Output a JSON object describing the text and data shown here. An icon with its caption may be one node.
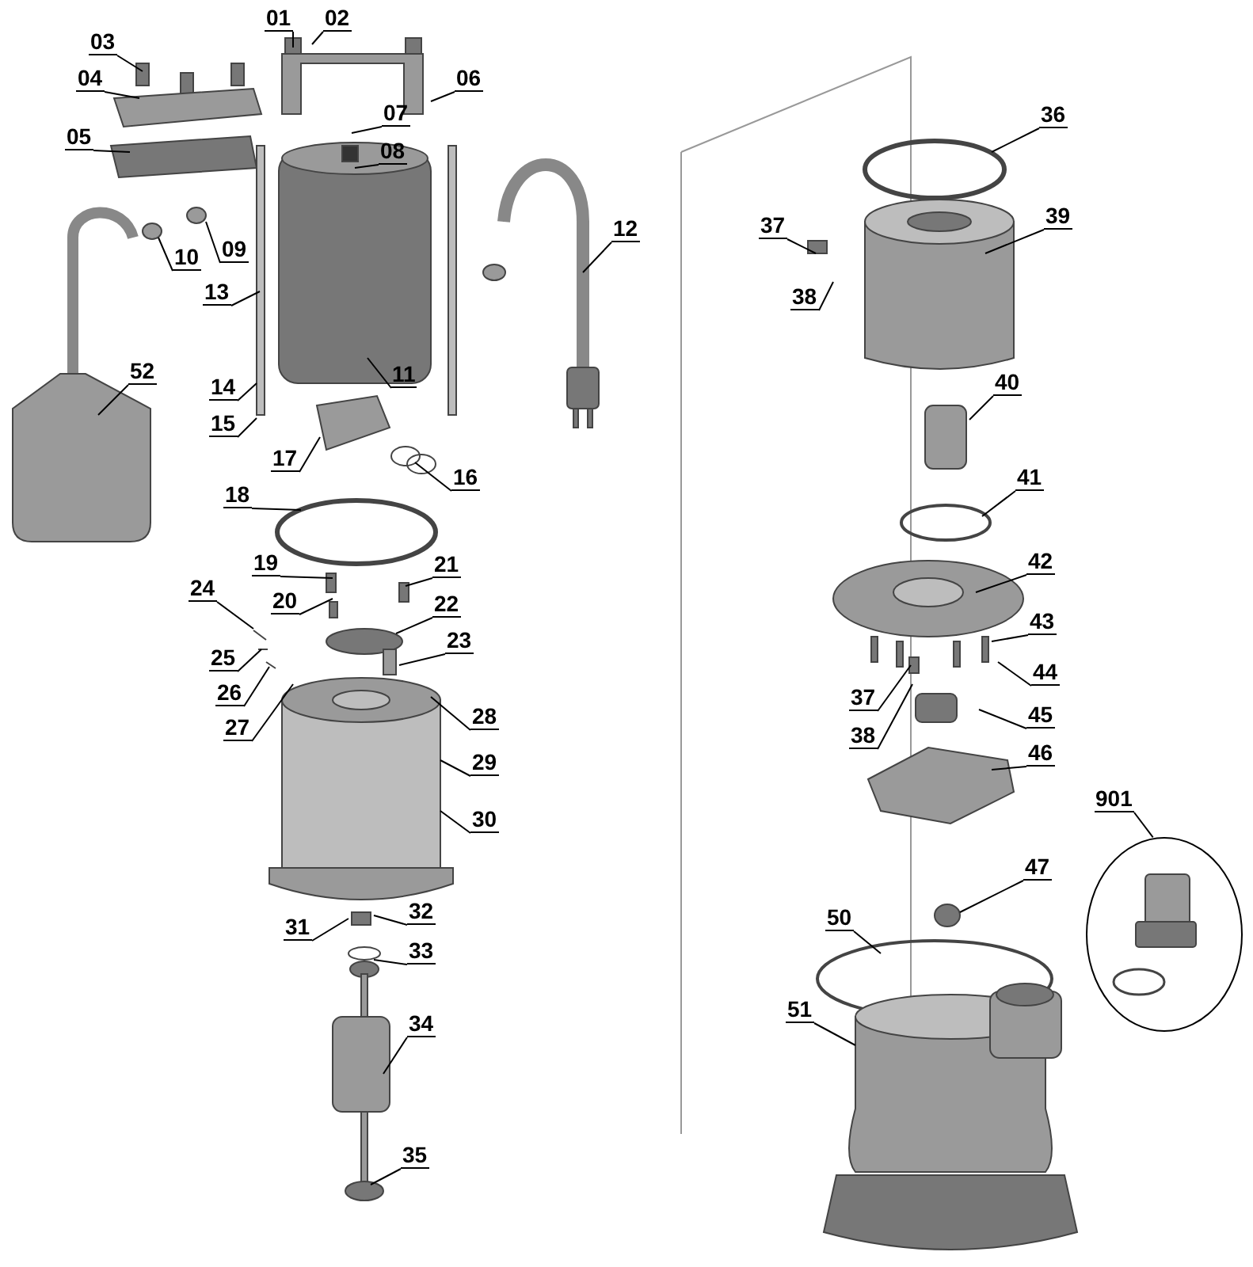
{
  "diagram": {
    "nodes": [
      {
        "text": [
          "01"
        ]
      },
      {
        "text": [
          "02"
        ]
      },
      {
        "text": [
          "03"
        ]
      },
      {
        "text": [
          "04"
        ]
      },
      {
        "text": [
          "05"
        ]
      },
      {
        "text": [
          "06"
        ]
      },
      {
        "text": [
          "07"
        ]
      },
      {
        "text": [
          "08"
        ]
      },
      {
        "text": [
          "09"
        ]
      },
      {
        "text": [
          "10"
        ]
      },
      {
        "text": [
          "11"
        ]
      },
      {
        "text": [
          "12"
        ]
      },
      {
        "text": [
          "13"
        ]
      },
      {
        "text": [
          "14"
        ]
      },
      {
        "text": [
          "15"
        ]
      },
      {
        "text": [
          "16"
        ]
      },
      {
        "text": [
          "17"
        ]
      },
      {
        "text": [
          "18"
        ]
      },
      {
        "text": [
          "19"
        ]
      },
      {
        "text": [
          "20"
        ]
      },
      {
        "text": [
          "21"
        ]
      },
      {
        "text": [
          "22"
        ]
      },
      {
        "text": [
          "23"
        ]
      },
      {
        "text": [
          "24"
        ]
      },
      {
        "text": [
          "25"
        ]
      },
      {
        "text": [
          "26"
        ]
      },
      {
        "text": [
          "27"
        ]
      },
      {
        "text": [
          "28"
        ]
      },
      {
        "text": [
          "29"
        ]
      },
      {
        "text": [
          "30"
        ]
      },
      {
        "text": [
          "31"
        ]
      },
      {
        "text": [
          "32"
        ]
      },
      {
        "text": [
          "33"
        ]
      },
      {
        "text": [
          "34"
        ]
      },
      {
        "text": [
          "35"
        ]
      },
      {
        "text": [
          "36"
        ]
      },
      {
        "text": [
          "37"
        ]
      },
      {
        "text": [
          "38"
        ]
      },
      {
        "text": [
          "39"
        ]
      },
      {
        "text": [
          "40"
        ]
      },
      {
        "text": [
          "41"
        ]
      },
      {
        "text": [
          "42"
        ]
      },
      {
        "text": [
          "43"
        ]
      },
      {
        "text": [
          "44"
        ]
      },
      {
        "text": [
          "37"
        ]
      },
      {
        "text": [
          "38"
        ]
      },
      {
        "text": [
          "45"
        ]
      },
      {
        "text": [
          "46"
        ]
      },
      {
        "text": [
          "47"
        ]
      },
      {
        "text": [
          "50"
        ]
      },
      {
        "text": [
          "51"
        ]
      },
      {
        "text": [
          "52"
        ]
      },
      {
        "text": [
          "901"
        ]
      },
      {
        "text": [],
        "shape": "circle"
      }
    ],
    "edges": [
      {
        "from": 0,
        "to": null,
        "arrow": "none"
      },
      {
        "from": 1,
        "to": null,
        "arrow": "none"
      },
      {
        "from": 2,
        "to": null,
        "arrow": "none"
      },
      {
        "from": 3,
        "to": null,
        "arrow": "none"
      },
      {
        "from": 4,
        "to": null,
        "arrow": "none"
      },
      {
        "from": 5,
        "to": null,
        "arrow": "none"
      },
      {
        "from": 6,
        "to": null,
        "arrow": "none"
      },
      {
        "from": 7,
        "to": null,
        "arrow": "none"
      },
      {
        "from": 8,
        "to": null,
        "arrow": "none"
      },
      {
        "from": 9,
        "to": null,
        "arrow": "none"
      },
      {
        "from": 10,
        "to": null,
        "arrow": "none"
      },
      {
        "from": 11,
        "to": null,
        "arrow": "none"
      },
      {
        "from": 12,
        "to": null,
        "arrow": "none"
      },
      {
        "from": 13,
        "to": null,
        "arrow": "none"
      },
      {
        "from": 14,
        "to": null,
        "arrow": "none"
      },
      {
        "from": 15,
        "to": null,
        "arrow": "none"
      },
      {
        "from": 16,
        "to": null,
        "arrow": "none"
      },
      {
        "from": 17,
        "to": null,
        "arrow": "none"
      },
      {
        "from": 18,
        "to": null,
        "arrow": "none"
      },
      {
        "from": 19,
        "to": null,
        "arrow": "none"
      },
      {
        "from": 20,
        "to": null,
        "arrow": "none"
      },
      {
        "from": 21,
        "to": null,
        "arrow": "none"
      },
      {
        "from": 22,
        "to": null,
        "arrow": "none"
      },
      {
        "from": 23,
        "to": null,
        "arrow": "none"
      },
      {
        "from": 24,
        "to": null,
        "arrow": "none"
      },
      {
        "from": 25,
        "to": null,
        "arrow": "none"
      },
      {
        "from": 26,
        "to": null,
        "arrow": "none"
      },
      {
        "from": 27,
        "to": null,
        "arrow": "none"
      },
      {
        "from": 28,
        "to": null,
        "arrow": "none"
      },
      {
        "from": 29,
        "to": null,
        "arrow": "none"
      },
      {
        "from": 30,
        "to": null,
        "arrow": "none"
      },
      {
        "from": 31,
        "to": null,
        "arrow": "none"
      },
      {
        "from": 32,
        "to": null,
        "arrow": "none"
      },
      {
        "from": 33,
        "to": null,
        "arrow": "none"
      },
      {
        "from": 34,
        "to": null,
        "arrow": "none"
      },
      {
        "from": 35,
        "to": null,
        "arrow": "none"
      },
      {
        "from": 36,
        "to": null,
        "arrow": "none"
      },
      {
        "from": 37,
        "to": null,
        "arrow": "none"
      },
      {
        "from": 38,
        "to": null,
        "arrow": "none"
      },
      {
        "from": 39,
        "to": null,
        "arrow": "none"
      },
      {
        "from": 40,
        "to": null,
        "arrow": "none"
      },
      {
        "from": 41,
        "to": null,
        "arrow": "none"
      },
      {
        "from": 42,
        "to": null,
        "arrow": "none"
      },
      {
        "from": 43,
        "to": null,
        "arrow": "none"
      },
      {
        "from": 44,
        "to": null,
        "arrow": "none"
      },
      {
        "from": 45,
        "to": null,
        "arrow": "none"
      },
      {
        "from": 46,
        "to": null,
        "arrow": "none"
      },
      {
        "from": 47,
        "to": null,
        "arrow": "none"
      },
      {
        "from": 48,
        "to": null,
        "arrow": "none"
      },
      {
        "from": 49,
        "to": null,
        "arrow": "none"
      },
      {
        "from": 50,
        "to": null,
        "arrow": "none"
      },
      {
        "from": 51,
        "to": null,
        "arrow": "none"
      },
      {
        "from": 52,
        "to": 53,
        "arrow": "none"
      }
    ]
  }
}
